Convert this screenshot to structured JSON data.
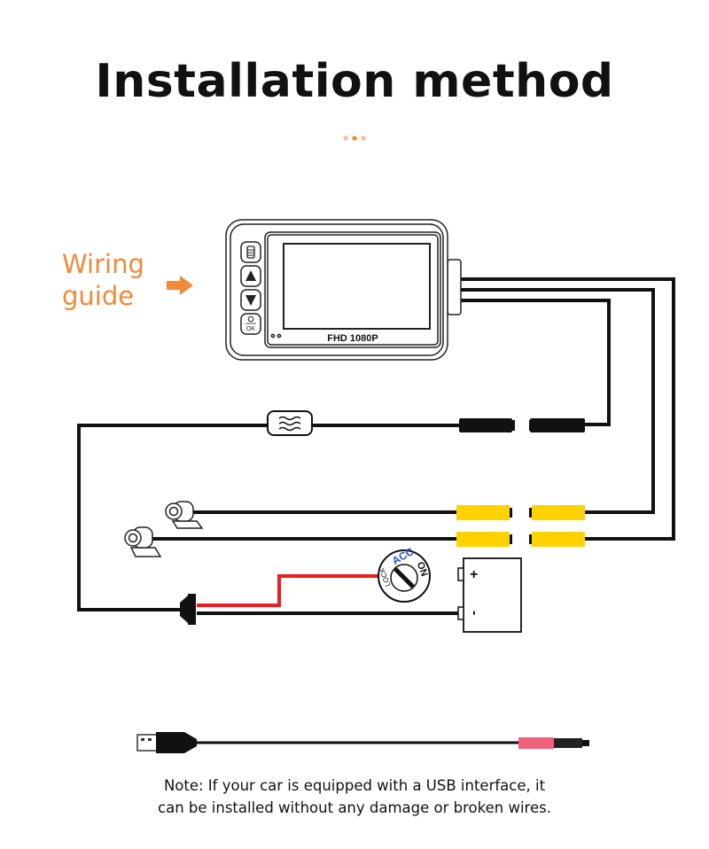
{
  "title": "Installation method",
  "wiring_guide": {
    "line1": "Wiring",
    "line2": "guide"
  },
  "device": {
    "label": "FHD 1080P",
    "ok_label": "OK"
  },
  "ignition": {
    "acc": "ACC",
    "on": "ON",
    "lock": "LOCK"
  },
  "battery": {
    "plus": "+",
    "minus": "-"
  },
  "note": {
    "line1": "Note: If your car is equipped with a USB interface, it",
    "line2": "can be installed without any damage or broken wires."
  },
  "colors": {
    "accent": "#f08a38",
    "yellow": "#ffd200",
    "red": "#ee1c1c",
    "blue": "#2255cc"
  }
}
